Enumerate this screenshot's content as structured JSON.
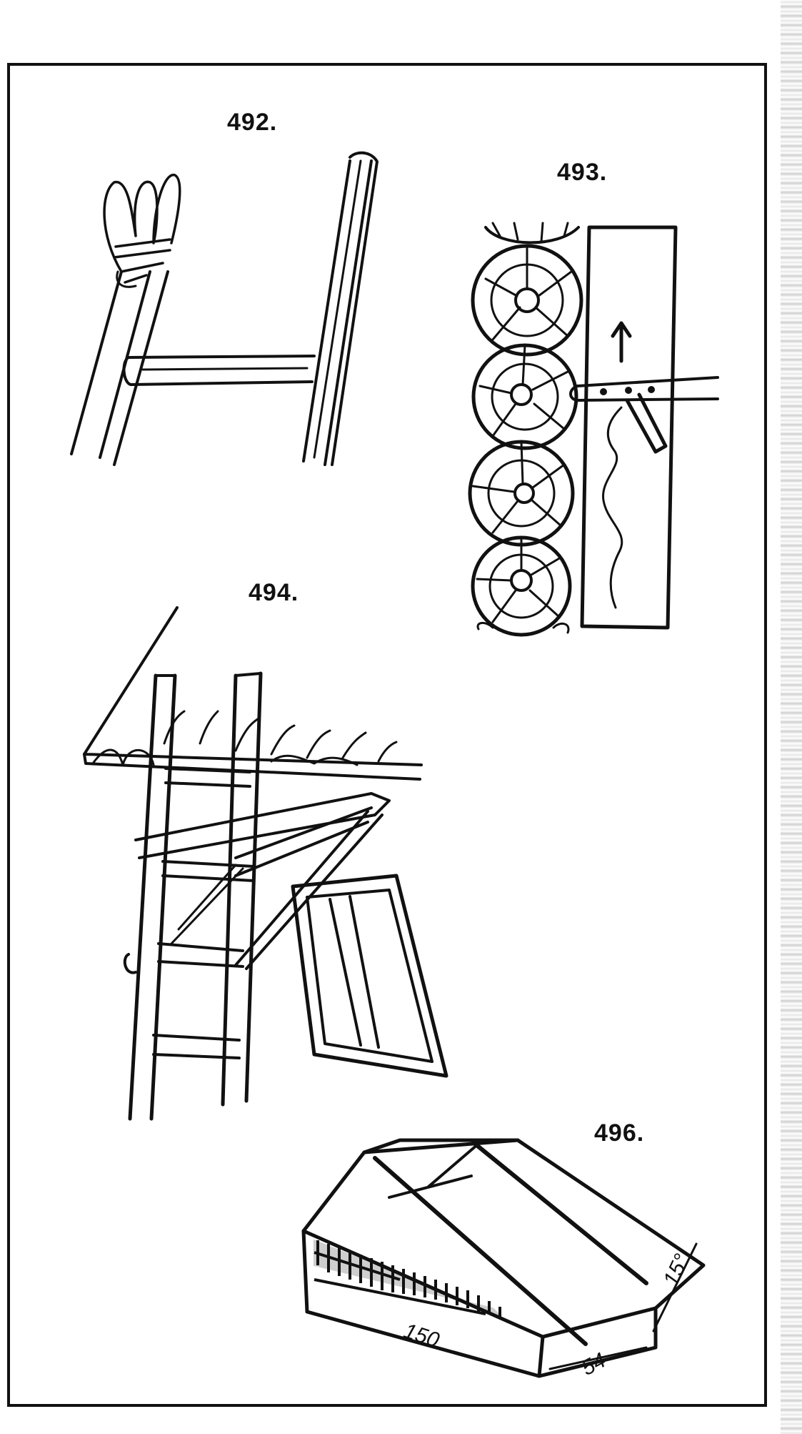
{
  "figures": {
    "fig492": {
      "label": "492."
    },
    "fig493": {
      "label": "493."
    },
    "fig494": {
      "label": "494."
    },
    "fig496": {
      "label": "496.",
      "dim_length": "150",
      "dim_width": "54",
      "dim_angle": "15°"
    }
  }
}
